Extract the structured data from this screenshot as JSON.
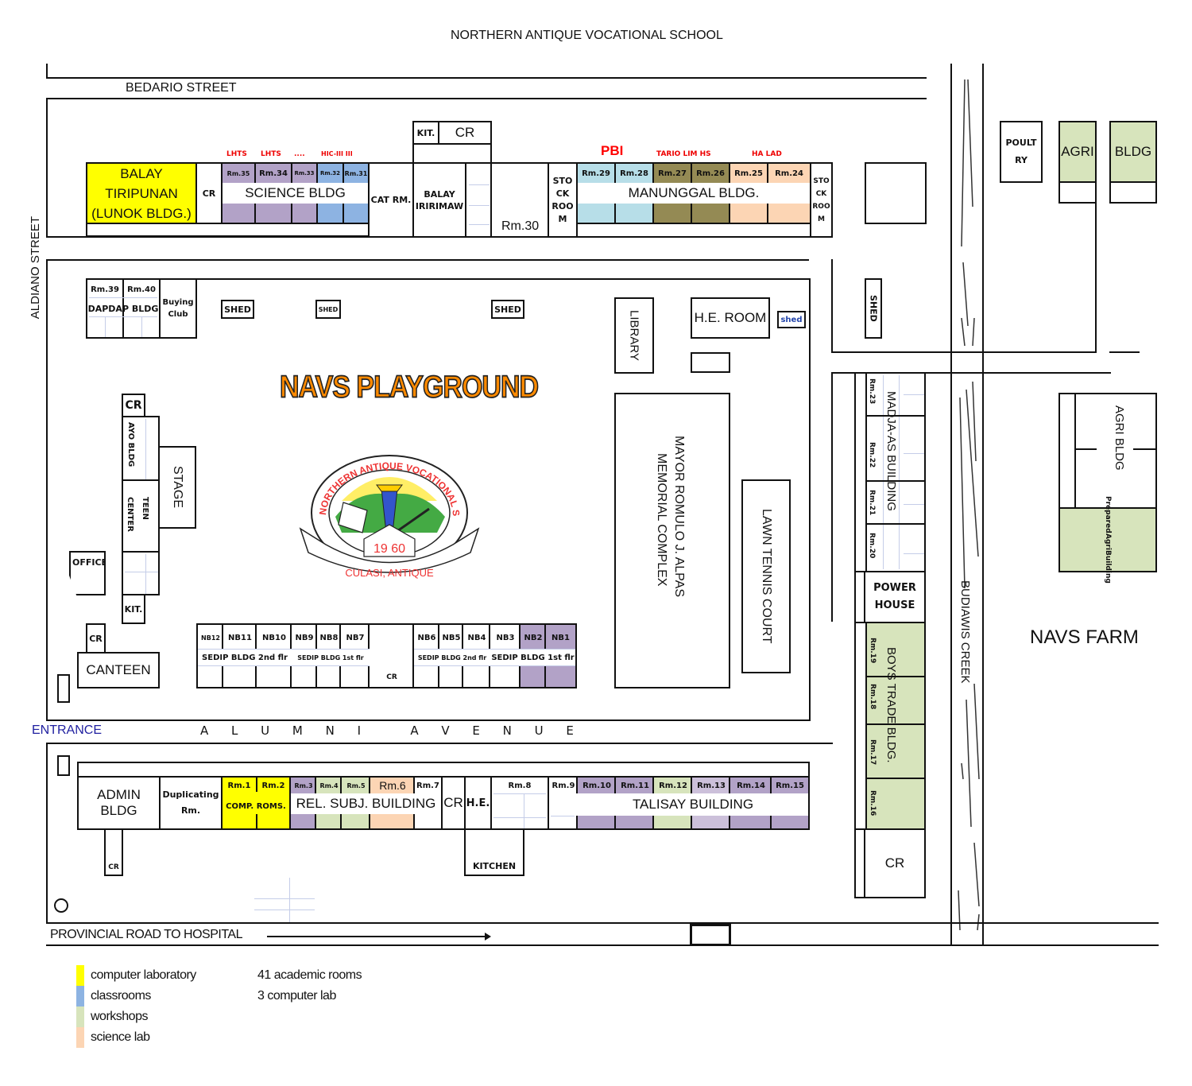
{
  "title": "NORTHERN ANTIQUE VOCATIONAL SCHOOL",
  "colors": {
    "computer_lab": "#ffff00",
    "classroom": "#8db3e2",
    "workshop": "#d7e4bc",
    "science_lab": "#fcd5b4",
    "lavender": "#b2a2c7",
    "light_lavender": "#ccc0da",
    "light_blue": "#b7dee8",
    "olive": "#948a54",
    "entrance_text": "#1f1fa0",
    "red_label": "#ff0000"
  },
  "streets": {
    "bedario": "BEDARIO STREET",
    "aldiano": "ALDIANO STREET",
    "alumni": "A L U M N I   A V E N U E",
    "provincial": "PROVINCIAL ROAD TO HOSPITAL",
    "entrance": "ENTRANCE",
    "creek": "BUDIAWIS CREEK"
  },
  "north_row": {
    "balay_tiripunan": [
      "BALAY",
      "TIRIPUNAN",
      "(LUNOK BLDG.)"
    ],
    "cr": "CR",
    "science_bldg": {
      "name": "SCIENCE BLDG",
      "rooms": [
        "Rm.35",
        "Rm.34",
        "Rm.33",
        "Rm.32",
        "Rm.31"
      ],
      "tags": [
        "LHTS",
        "LHTS",
        "....",
        "HIC-III III"
      ]
    },
    "cat_rm": "CAT RM.",
    "kit": "KIT.",
    "cr2": "CR",
    "balay_iririmaw": [
      "BALAY",
      "IRIRIMAW"
    ],
    "rm30": "Rm.30",
    "stockroom": [
      "STO",
      "CK",
      "ROO",
      "M"
    ],
    "manunggal": {
      "name": "MANUNGGAL BLDG.",
      "rooms": [
        "Rm.29",
        "Rm.28",
        "Rm.27",
        "Rm.26",
        "Rm.25",
        "Rm.24"
      ],
      "tags": [
        "PBI",
        "TARIO LIM HS",
        "HA LAD"
      ]
    },
    "stockroom2": [
      "STO",
      "CK",
      "ROO",
      "M"
    ]
  },
  "farm_area": {
    "poultry": [
      "POULT",
      "RY"
    ],
    "agri": "AGRI",
    "bldg": "BLDG",
    "agri_bldg": "AGRI BLDG",
    "prepared_agri": [
      "Prepared",
      "Agri",
      "Building"
    ],
    "navs_farm": "NAVS FARM",
    "shed": "SHED"
  },
  "campus": {
    "dapdap": {
      "rooms": [
        "Rm.39",
        "Rm.40"
      ],
      "name": "DAPDAP BLDG"
    },
    "buying_club": [
      "Buying",
      "Club"
    ],
    "sheds": [
      "SHED",
      "SHED",
      "SHED"
    ],
    "library": "LIBRARY",
    "he_room": "H.E. ROOM",
    "shed_small": "shed",
    "playground": "NAVS PLAYGROUND",
    "logo": {
      "ring_text": "NORTHERN ANTIQUE VOCATIONAL SCHOOL",
      "year": "19 60",
      "place": "CULASI, ANTIQUE"
    },
    "cr_left": "CR",
    "ayo_bldg": "AYO BLDG",
    "teen_center": [
      "TEEN",
      "CENTER"
    ],
    "stage": "STAGE",
    "office": "OFFICE",
    "kit_left": "KIT.",
    "canteen": "CANTEEN",
    "canteen_cr": "CR",
    "mayor_complex": [
      "MAYOR ROMULO J. ALPAS",
      "MEMORIAL COMPLEX"
    ],
    "lawn_tennis": "LAWN TENNIS COURT",
    "sedip": {
      "left_rooms": [
        "NB12",
        "NB11",
        "NB10"
      ],
      "left_label": "SEDIP BLDG 2nd flr",
      "mid_rooms": [
        "NB9",
        "NB8",
        "NB7"
      ],
      "mid_label": "SEDIP BLDG 1st flr",
      "cr": "CR",
      "right_rooms": [
        "NB6",
        "NB5",
        "NB4"
      ],
      "right_label": "SEDIP BLDG 2nd flr",
      "far_rooms": [
        "NB3",
        "NB2",
        "NB1"
      ],
      "far_label": "SEDIP BLDG 1st flr"
    }
  },
  "east_column": {
    "madjaas": {
      "name": "MADJA-AS BUILDING",
      "rooms": [
        "Rm.23",
        "Rm.22",
        "Rm.21",
        "Rm.20"
      ]
    },
    "power_house": [
      "POWER",
      "HOUSE"
    ],
    "boys_trade": {
      "name": "BOYS TRADE BLDG.",
      "rooms": [
        "Rm.19",
        "Rm.18",
        "Rm.17",
        "Rm.16"
      ]
    },
    "cr": "CR"
  },
  "south_row": {
    "admin": "ADMIN BLDG",
    "duplicating": [
      "Duplicating",
      "Rm."
    ],
    "comp_rooms": {
      "rooms": [
        "Rm.1",
        "Rm.2"
      ],
      "label": "COMP. ROMS."
    },
    "rel_subj": {
      "name": "REL. SUBJ. BUILDING",
      "rooms": [
        "Rm.3",
        "Rm.4",
        "Rm.5",
        "Rm.6",
        "Rm.7"
      ]
    },
    "cr": "CR",
    "he": "H.E.",
    "rm8": "Rm.8",
    "kitchen": "KITCHEN",
    "admin_cr": "CR",
    "talisay": {
      "name": "TALISAY BUILDING",
      "rooms": [
        "Rm.9",
        "Rm.10",
        "Rm.11",
        "Rm.12",
        "Rm.13",
        "Rm.14",
        "Rm.15"
      ]
    }
  },
  "legend": {
    "items": [
      {
        "label": "computer laboratory",
        "color": "#ffff00"
      },
      {
        "label": "classrooms",
        "color": "#8db3e2"
      },
      {
        "label": "workshops",
        "color": "#d7e4bc"
      },
      {
        "label": "science lab",
        "color": "#fcd5b4"
      }
    ],
    "stats": [
      "41 academic rooms",
      "3 computer lab"
    ]
  }
}
